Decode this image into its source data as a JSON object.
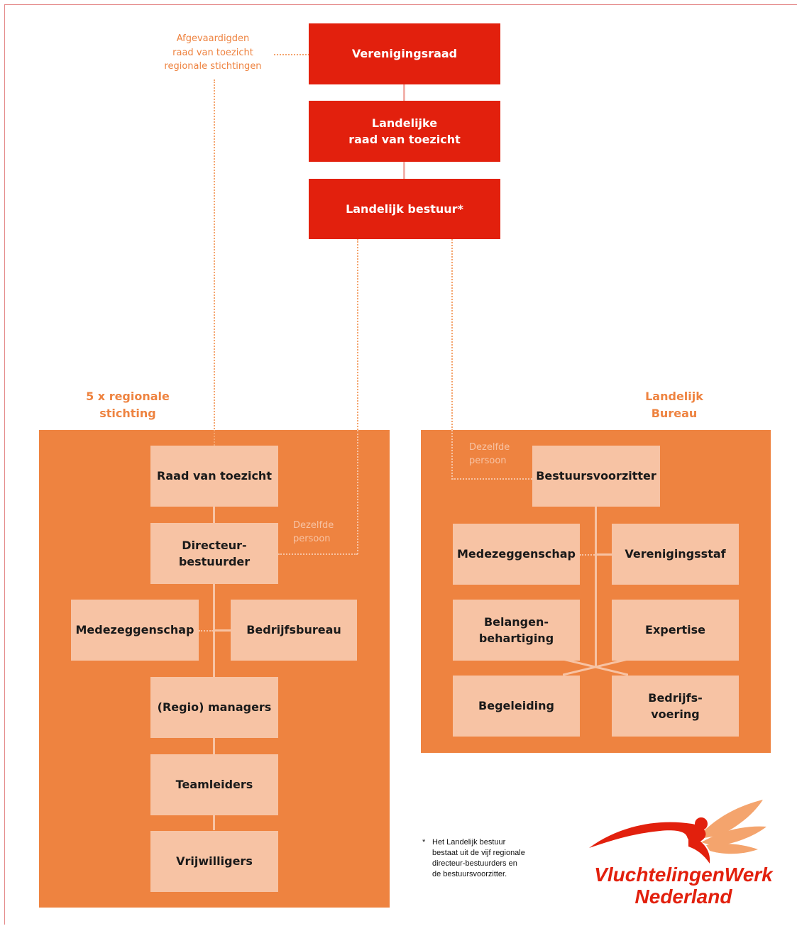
{
  "top": {
    "afgevaardigden_label": "Afgevaardigden\nraad van toezicht\nregionale stichtingen",
    "verenigingsraad": "Verenigingsraad",
    "landelijke_rvt": "Landelijke\nraad van toezicht",
    "landelijk_bestuur": "Landelijk bestuur*"
  },
  "regional": {
    "heading": "5 x regionale\nstichting",
    "raad_van_toezicht": "Raad van toezicht",
    "directeur_bestuurder": "Directeur-\nbestuurder",
    "dezelfde_persoon": "Dezelfde\npersoon",
    "medezeggenschap": "Medezeggenschap",
    "bedrijfsbureau": "Bedrijfsbureau",
    "regio_managers": "(Regio) managers",
    "teamleiders": "Teamleiders",
    "vrijwilligers": "Vrijwilligers"
  },
  "national": {
    "heading": "Landelijk\nBureau",
    "dezelfde_persoon": "Dezelfde\npersoon",
    "bestuursvoorzitter": "Bestuursvoorzitter",
    "medezeggenschap": "Medezeggenschap",
    "verenigingsstaf": "Verenigingsstaf",
    "belangenbehartiging": "Belangen-\nbehartiging",
    "expertise": "Expertise",
    "begeleiding": "Begeleiding",
    "bedrijfsvoering": "Bedrijfs-\nvoering"
  },
  "footnote": {
    "star": "*",
    "text": "Het Landelijk bestuur\nbestaat uit de vijf regionale\ndirecteur-bestuurders en\nde bestuursvoorzitter."
  },
  "logo": {
    "line1": "VluchtelingenWerk",
    "line2": "Nederland",
    "icon": "flying-figure-logo-icon"
  },
  "colors": {
    "red": "#e2200d",
    "orange": "#ee8340",
    "pale": "#f7c3a4"
  }
}
